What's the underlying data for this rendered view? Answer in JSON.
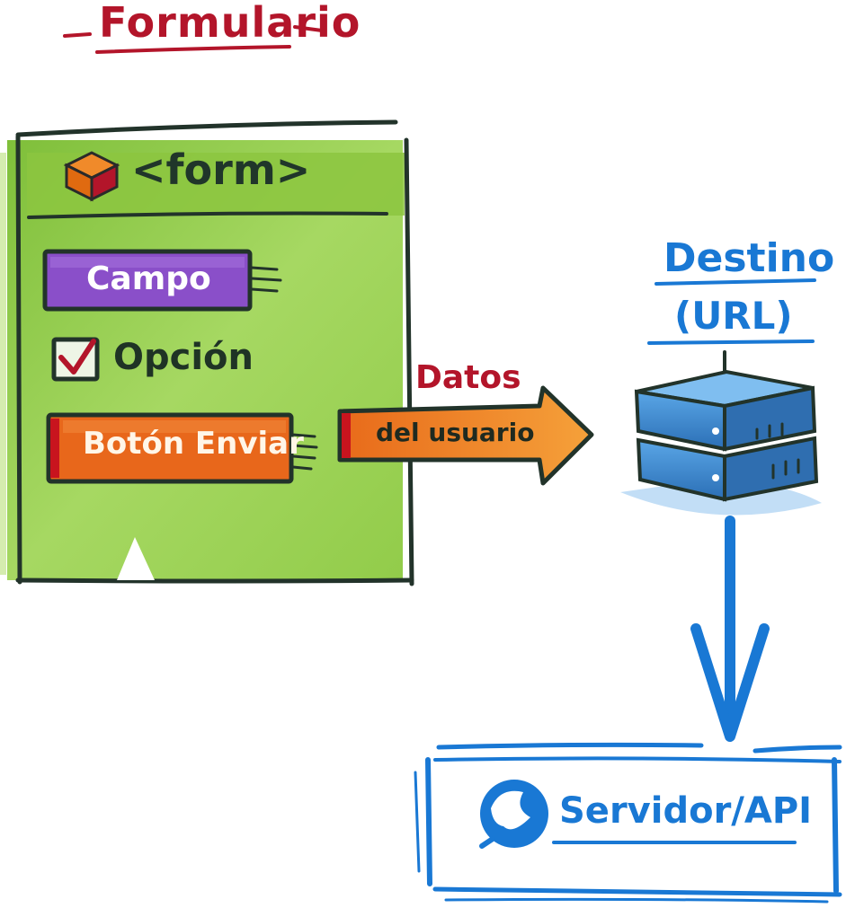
{
  "diagram": {
    "title": "Formulario",
    "form": {
      "tag_label": "<form>",
      "field_label": "Campo",
      "option_label": "Opción",
      "submit_label": "Botón Enviar"
    },
    "flow_arrow": {
      "top_label": "Datos",
      "inner_label": "del usuario"
    },
    "destination": {
      "line1": "Destino",
      "line2": "(URL)"
    },
    "server": {
      "label": "Servidor/API"
    }
  },
  "icons": {
    "form_icon": "cube-icon",
    "checkbox_icon": "checkmark-icon",
    "destination_icon": "server-stack-icon",
    "server_icon": "globe-icon"
  },
  "colors": {
    "title_red": "#b3152a",
    "form_green": "#8cc63f",
    "field_purple": "#8a4fc9",
    "submit_orange": "#e8671b",
    "arrow_orange": "#f28a1e",
    "server_blue": "#1978d4",
    "dark_outline": "#22332a"
  }
}
